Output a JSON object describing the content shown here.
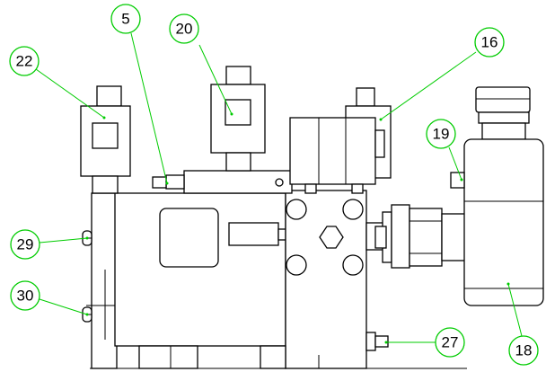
{
  "colors": {
    "line": "#000000",
    "leader": "#00cc00",
    "background": "#ffffff"
  },
  "callouts": [
    {
      "id": "c5",
      "label": "5"
    },
    {
      "id": "c20",
      "label": "20"
    },
    {
      "id": "c16",
      "label": "16"
    },
    {
      "id": "c22",
      "label": "22"
    },
    {
      "id": "c19",
      "label": "19"
    },
    {
      "id": "c29",
      "label": "29"
    },
    {
      "id": "c30",
      "label": "30"
    },
    {
      "id": "c27",
      "label": "27"
    },
    {
      "id": "c18",
      "label": "18"
    }
  ]
}
